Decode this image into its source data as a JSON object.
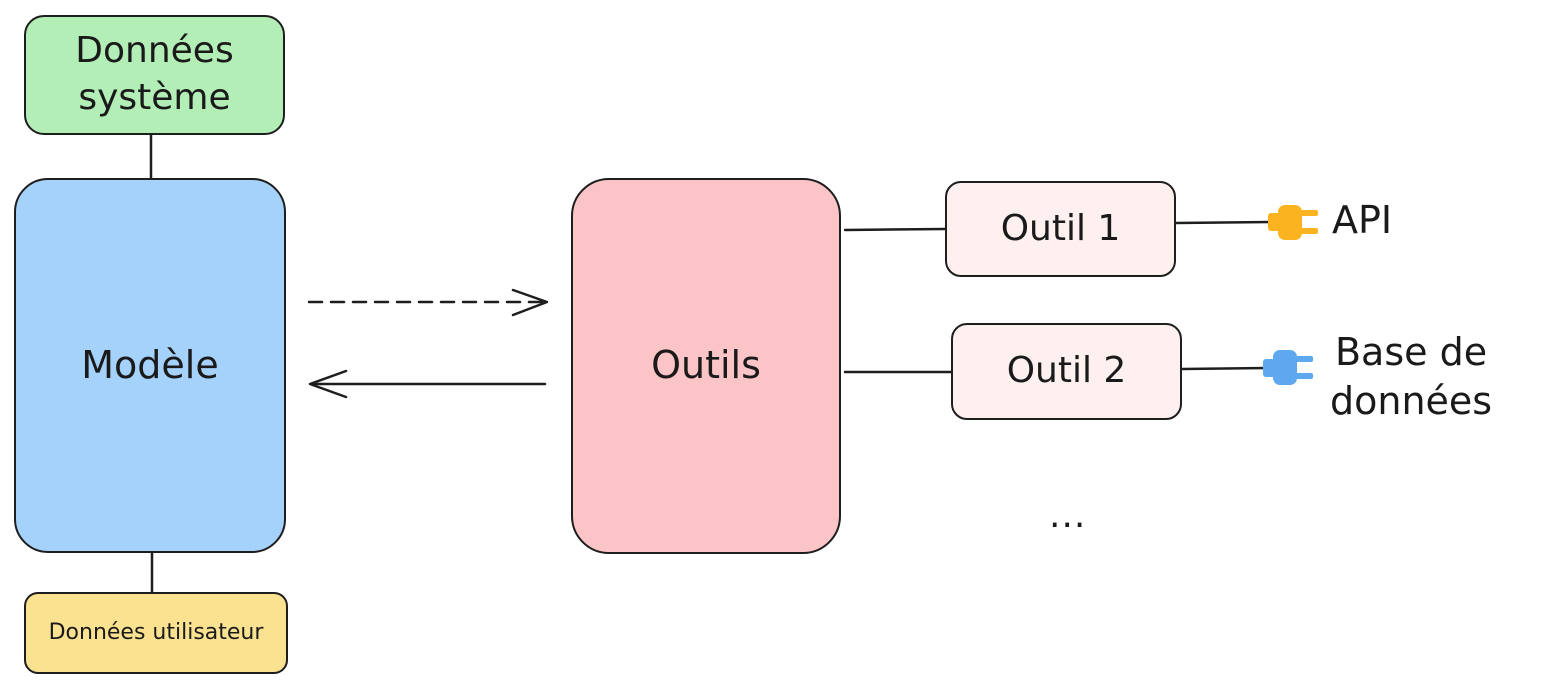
{
  "nodes": {
    "system_data": {
      "label": "Données système",
      "color": "#b2eeb6"
    },
    "model": {
      "label": "Modèle",
      "color": "#a5d2fb"
    },
    "user_data": {
      "label": "Données utilisateur",
      "color": "#fbe291"
    },
    "tools": {
      "label": "Outils",
      "color": "#fbc4c6"
    },
    "tool_1": {
      "label": "Outil 1",
      "color": "#fdf0ef"
    },
    "tool_2": {
      "label": "Outil 2",
      "color": "#fdf0ef"
    }
  },
  "endpoints": {
    "api": {
      "label": "API",
      "plug_color": "#fbb320",
      "plug_icon": "plug-icon"
    },
    "database": {
      "line1": "Base de",
      "line2": "données",
      "plug_color": "#5ea8ef",
      "plug_icon": "plug-icon"
    }
  },
  "ellipsis": "...",
  "colors": {
    "stroke": "#1e1e1e"
  }
}
